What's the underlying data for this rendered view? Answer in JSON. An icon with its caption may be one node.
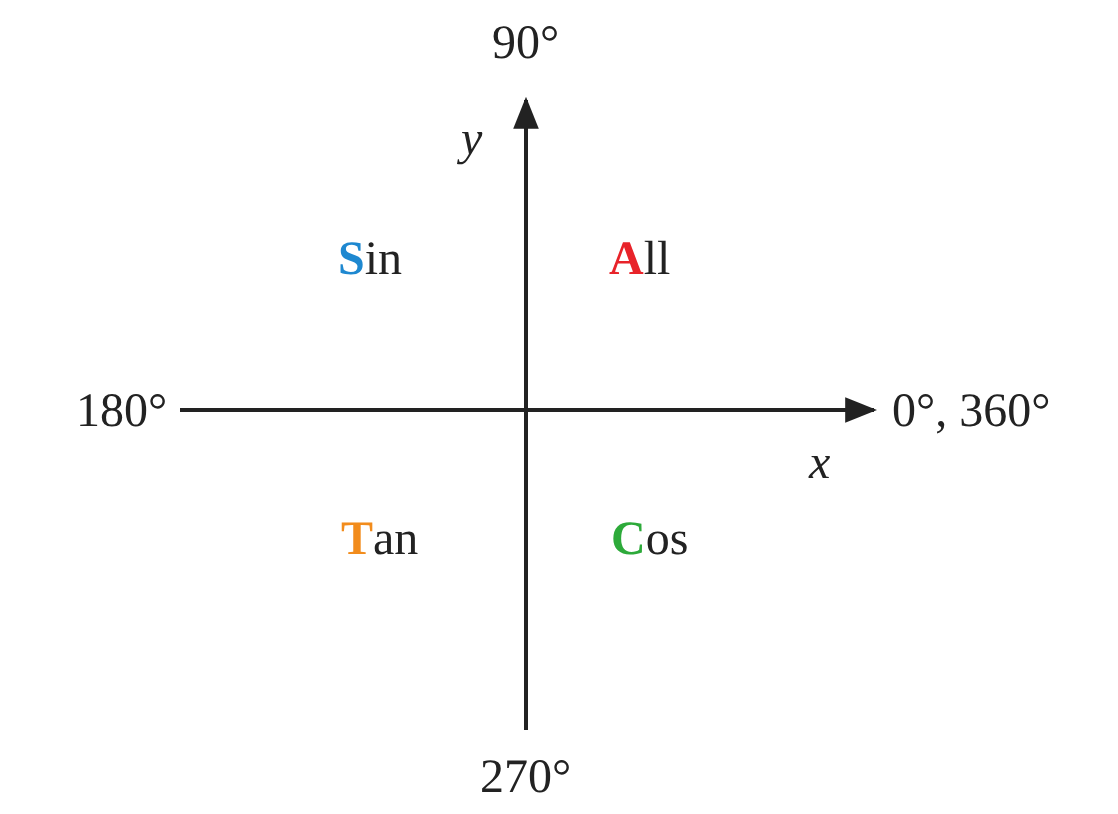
{
  "diagram": {
    "labels": [
      "90°",
      "y",
      "**S**in",
      "**A**ll",
      "180°",
      "0°, 360°",
      "x",
      "**T**an",
      "**C**os",
      "270°"
    ]
  }
}
